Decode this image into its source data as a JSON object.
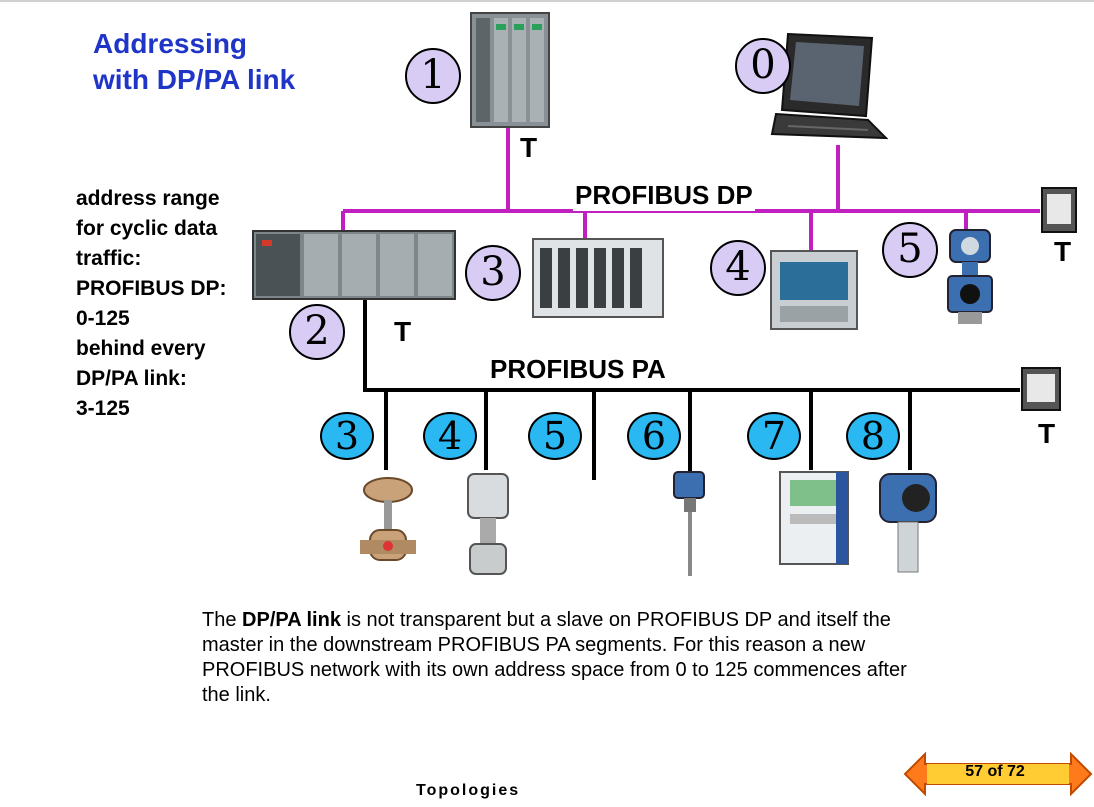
{
  "title": {
    "line1": "Addressing",
    "line2": "with DP/PA link"
  },
  "address_range": {
    "lines": [
      "address range",
      "for cyclic data",
      "traffic:",
      "PROFIBUS DP:",
      "0-125",
      "behind every",
      "DP/PA link:",
      "3-125"
    ]
  },
  "buses": {
    "dp_label": "PROFIBUS DP",
    "pa_label": "PROFIBUS PA"
  },
  "terminator_label": "T",
  "dp_nodes": [
    "1",
    "0",
    "2",
    "3",
    "4",
    "5"
  ],
  "pa_nodes": [
    "3",
    "4",
    "5",
    "6",
    "7",
    "8"
  ],
  "description": {
    "pre": "The ",
    "bold": "DP/PA link",
    "post": " is not transparent but a slave on PROFIBUS DP and itself the master in the downstream PROFIBUS PA segments. For this reason a new PROFIBUS network with its own address space from 0 to 125 commences after the link."
  },
  "footer": "Topologies",
  "pager": {
    "text": "57 of 72"
  },
  "colors": {
    "title": "#1f35c8",
    "dp_bus": "#c020c0",
    "pa_bus": "#000000",
    "dp_circle": "#d8ccf5",
    "pa_circle": "#29b8f2",
    "pager": "#ff7a1a"
  }
}
